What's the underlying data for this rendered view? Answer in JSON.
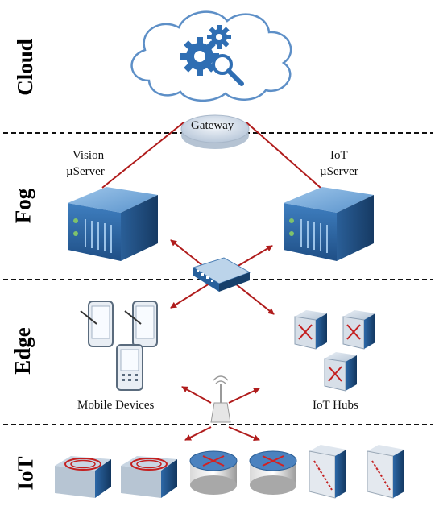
{
  "layers": {
    "cloud": "Cloud",
    "fog": "Fog",
    "edge": "Edge",
    "iot": "IoT"
  },
  "nodes": {
    "gateway": "Gateway",
    "vision_server_line1": "Vision",
    "vision_server_line2": "µServer",
    "iot_server_line1": "IoT",
    "iot_server_line2": "µServer",
    "mobile_devices": "Mobile Devices",
    "iot_hubs": "IoT Hubs"
  },
  "colors": {
    "link_red": "#b01c1c",
    "device_blue": "#3a78b5",
    "device_dark": "#1f4f7f",
    "cloud_outline": "#5d8fc7",
    "gear_blue": "#2f6eb3"
  }
}
